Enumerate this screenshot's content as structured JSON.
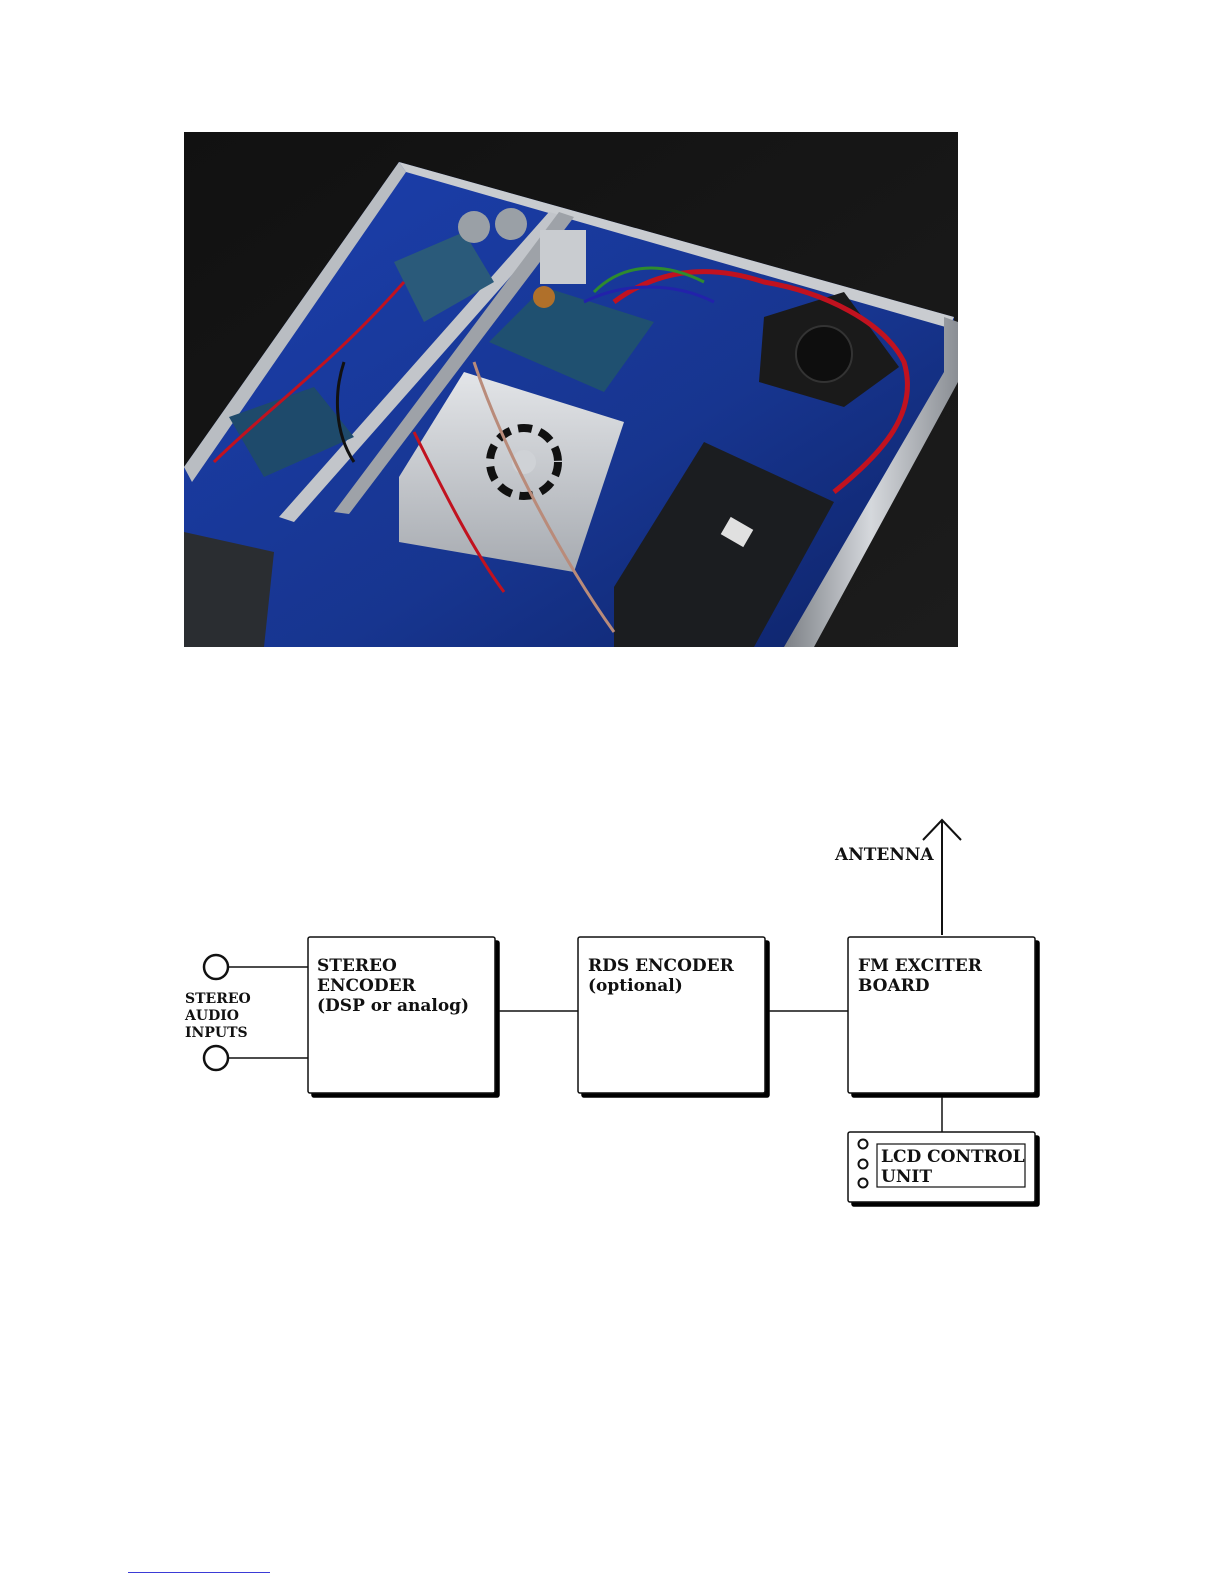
{
  "photo": {
    "description_icon": "transmitter-interior-photo"
  },
  "diagram": {
    "antenna_label": "ANTENNA",
    "inputs_label": [
      "STEREO",
      "AUDIO",
      "INPUTS"
    ],
    "stereo_encoder": [
      "STEREO",
      "ENCODER",
      "(DSP or analog)"
    ],
    "rds_encoder": [
      "RDS ENCODER",
      "(optional)"
    ],
    "fm_exciter": [
      "FM EXCITER",
      "BOARD"
    ],
    "lcd_unit": [
      "LCD CONTROL",
      "UNIT"
    ]
  }
}
